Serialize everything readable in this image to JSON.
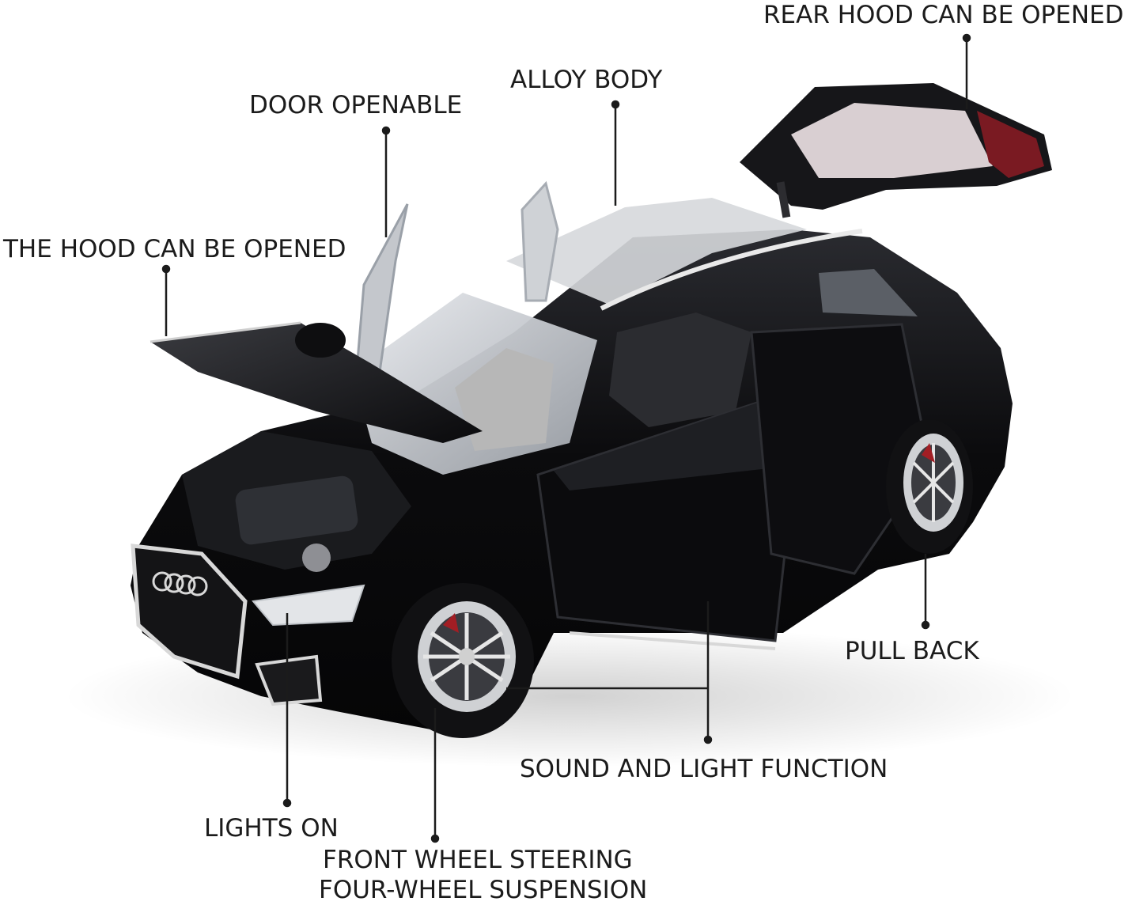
{
  "callouts": {
    "rear_hood": "REAR HOOD CAN BE OPENED",
    "alloy_body": "ALLOY BODY",
    "door_openable": "DOOR OPENABLE",
    "hood_open": "THE HOOD CAN BE OPENED",
    "pull_back": "PULL BACK",
    "sound_light": "SOUND AND LIGHT FUNCTION",
    "lights_on": "LIGHTS ON",
    "steering_line1": "FRONT WHEEL STEERING",
    "steering_line2": "FOUR-WHEEL SUSPENSION"
  },
  "car": {
    "body_color": "#0b0b0d",
    "trim_color": "#d8d8d8",
    "glass_color": "#c9cdd2",
    "interior_color": "#9a9a9a",
    "taillight_color": "#7a1a22"
  }
}
